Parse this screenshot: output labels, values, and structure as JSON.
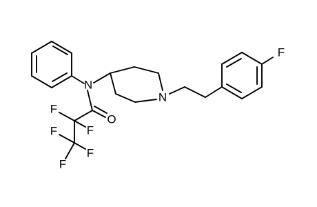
{
  "molecule": {
    "atom_labels": {
      "fluoro_aryl": "F",
      "amide_nitrogen": "N",
      "piperidine_nitrogen": "N",
      "carbonyl_oxygen": "O",
      "f_alpha_left": "F",
      "f_alpha_right": "F",
      "f_beta_left": "F",
      "f_beta_right": "F",
      "f_beta_bottom": "F"
    }
  }
}
